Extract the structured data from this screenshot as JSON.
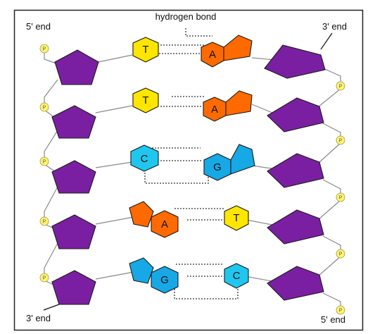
{
  "labels": {
    "hydrogen_bond": "hydrogen bond",
    "top_left_end": "5' end",
    "top_right_end": "3' end",
    "bottom_left_end": "3' end",
    "bottom_right_end": "5' end"
  },
  "phosphate_label": "P",
  "pairs": [
    {
      "left": "T",
      "right": "A"
    },
    {
      "left": "T",
      "right": "A"
    },
    {
      "left": "C",
      "right": "G"
    },
    {
      "left": "A",
      "right": "T"
    },
    {
      "left": "G",
      "right": "C"
    }
  ],
  "colors": {
    "sugar": "#7b1fa2",
    "T": "#ffe600",
    "A": "#ff6a00",
    "C": "#1fc7ef",
    "G": "#17a8e6",
    "phosphate": "#fff36e",
    "frame": "#222222"
  }
}
